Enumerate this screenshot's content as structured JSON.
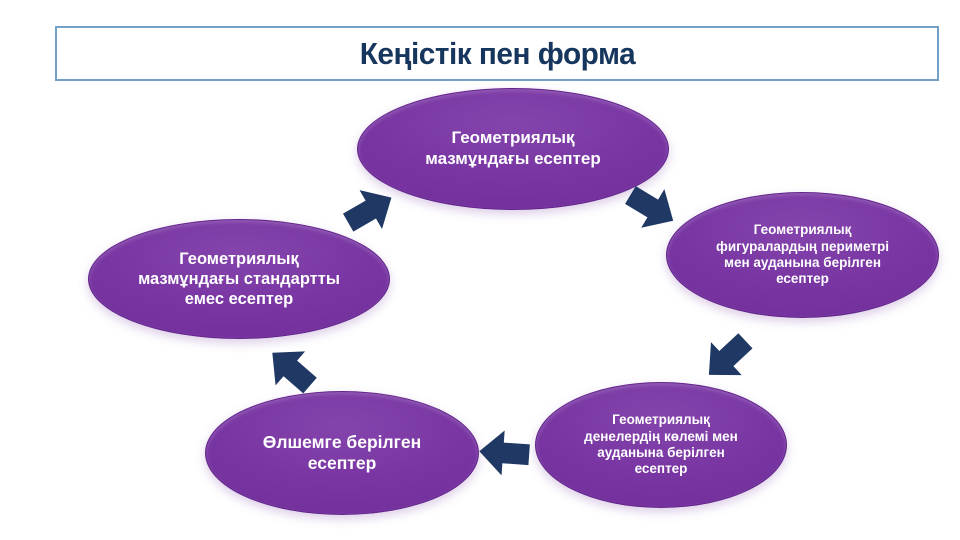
{
  "slide": {
    "title": "Кеңістік пен форма"
  },
  "diagram": {
    "type": "cycle",
    "nodes": [
      {
        "id": "top",
        "label": "Геометриялық мазмұндағы есептер"
      },
      {
        "id": "right",
        "label": "Геометриялық фигуралардың периметрі мен ауданына берілген есептер"
      },
      {
        "id": "bottom_right",
        "label": "Геометриялық денелердің көлемі мен ауданына берілген есептер"
      },
      {
        "id": "bottom_left",
        "label": "Өлшемге берілген есептер"
      },
      {
        "id": "left",
        "label": "Геометриялық мазмұндағы стандартты емес есептер"
      }
    ],
    "arrows": [
      {
        "from": "left",
        "to": "top",
        "direction": "up-right"
      },
      {
        "from": "top",
        "to": "right",
        "direction": "down-right"
      },
      {
        "from": "right",
        "to": "bottom_right",
        "direction": "down-left"
      },
      {
        "from": "bottom_right",
        "to": "bottom_left",
        "direction": "left"
      },
      {
        "from": "bottom_left",
        "to": "left",
        "direction": "up-left"
      }
    ],
    "colors": {
      "node_fill": "#7733A0",
      "node_text": "#FFFFFF",
      "arrow": "#1F3864",
      "title_text": "#17365D",
      "title_border": "#71A0C8",
      "background": "#FFFFFF"
    }
  }
}
